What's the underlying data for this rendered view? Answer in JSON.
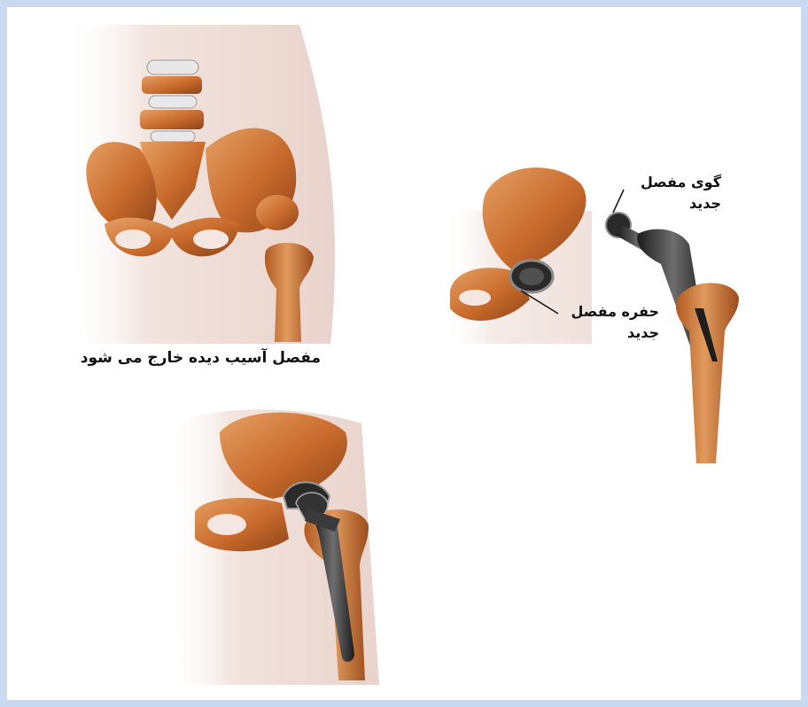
{
  "captions": {
    "damaged_joint_removed": "مفصل آسیب دیده خارج می شود",
    "new_joint_ball_line1": "گوی مفصل",
    "new_joint_ball_line2": "جدید",
    "new_joint_socket_line1": "حفره مفصل",
    "new_joint_socket_line2": "جدید"
  },
  "colors": {
    "border": "#c9d9ef",
    "bone": "#c96a2b",
    "bone_light": "#e9a060",
    "skin": "#f1e2dc",
    "implant": "#2a2a2a",
    "implant_highlight": "#9a9a9a",
    "disc": "#e6e6e6"
  }
}
